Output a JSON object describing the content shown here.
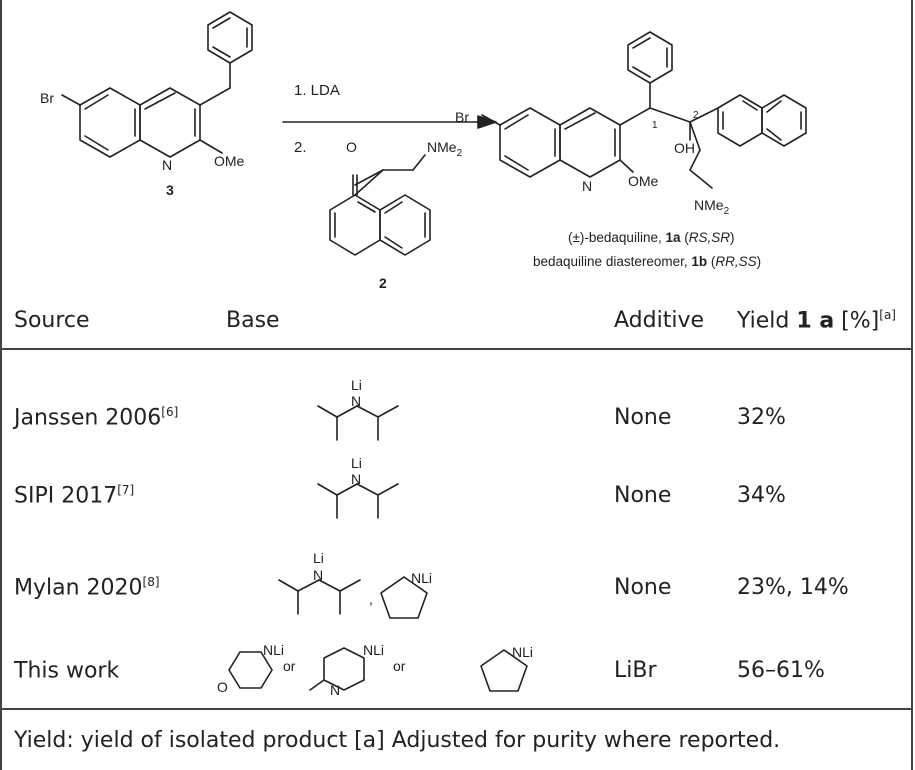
{
  "scheme": {
    "substrate_label": "3",
    "reagent_label": "2",
    "step1": "1. LDA",
    "step2": "2.",
    "atoms": {
      "br": "Br",
      "n": "N",
      "ome": "OMe",
      "o": "O",
      "nme2": "NMe",
      "nme2_sub": "2",
      "oh": "OH",
      "c1": "1",
      "c2": "2"
    },
    "product_line1": {
      "pre": "(±)-bedaquiline, ",
      "bold": "1a",
      "mid": " (",
      "italic": "RS,SR",
      "post": ")"
    },
    "product_line2": {
      "pre": "bedaquiline diastereomer, ",
      "bold": "1b",
      "mid": " (",
      "italic": "RR,SS",
      "post": ")"
    }
  },
  "table": {
    "headers": {
      "source": "Source",
      "base": "Base",
      "additive": "Additive",
      "yield_pre": "Yield ",
      "yield_bold": "1 a",
      "yield_post": " [%]",
      "yield_sup": "[a]"
    },
    "rows": [
      {
        "source": "Janssen 2006",
        "ref": "[6]",
        "additive": "None",
        "yield": "32%"
      },
      {
        "source": "SIPI 2017",
        "ref": "[7]",
        "additive": "None",
        "yield": "34%"
      },
      {
        "source": "Mylan 2020",
        "ref": "[8]",
        "additive": "None",
        "yield": "23%, 14%"
      },
      {
        "source": "This work",
        "ref": "",
        "additive": "LiBr",
        "yield": "56–61%"
      }
    ],
    "base_labels": {
      "li": "Li",
      "n": "N",
      "nli": "NLi",
      "o": "O",
      "or": "or",
      "sep": ","
    }
  },
  "footnote": "Yield: yield of isolated product [a] Adjusted for purity where reported."
}
